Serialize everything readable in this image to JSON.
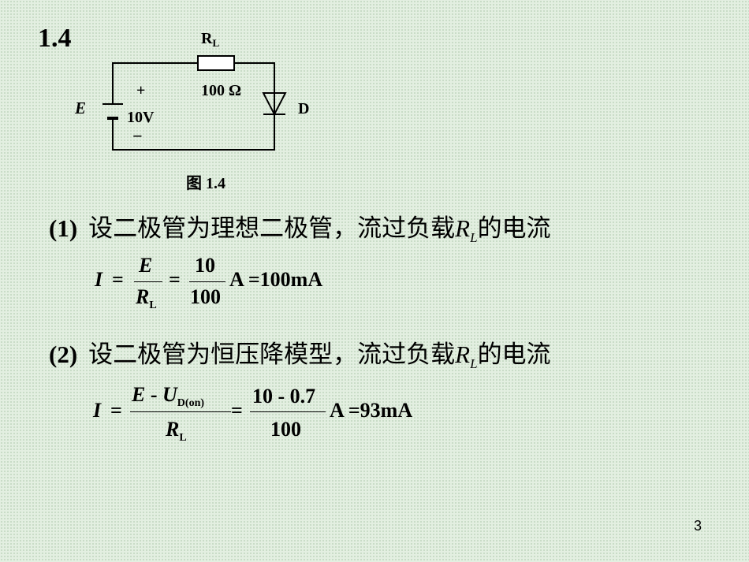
{
  "section_number": "1.4",
  "circuit": {
    "resistor_label": "R",
    "resistor_sub": "L",
    "resistor_value": "100 Ω",
    "source_label": "E",
    "plus_sign": "+",
    "minus_sign": "−",
    "source_value": "10V",
    "diode_label": "D"
  },
  "figure_caption": "图 1.4",
  "step1": {
    "number": "(1)",
    "text": "设二极管为理想二极管，流过负载",
    "var": "R",
    "var_sub": "L",
    "text_after": "的电流"
  },
  "eq1": {
    "lhs": "I",
    "equals": "=",
    "frac1_num": "E",
    "frac1_den": "R",
    "frac1_den_sub": "L",
    "frac2_num": "10",
    "frac2_den": "100",
    "result": "A =100mA"
  },
  "step2": {
    "number": "(2)",
    "text": "设二极管为恒压降模型，流过负载",
    "var": "R",
    "var_sub": "L",
    "text_after": "的电流"
  },
  "eq2": {
    "lhs": "I",
    "equals": "=",
    "frac1_num_a": "E",
    "frac1_num_minus": " - ",
    "frac1_num_b": "U",
    "frac1_num_sub": "D(on)",
    "frac1_den": "R",
    "frac1_den_sub": "L",
    "frac2_num": "10 - 0.7",
    "frac2_den": "100",
    "result": "A =93mA"
  },
  "page_number": "3"
}
